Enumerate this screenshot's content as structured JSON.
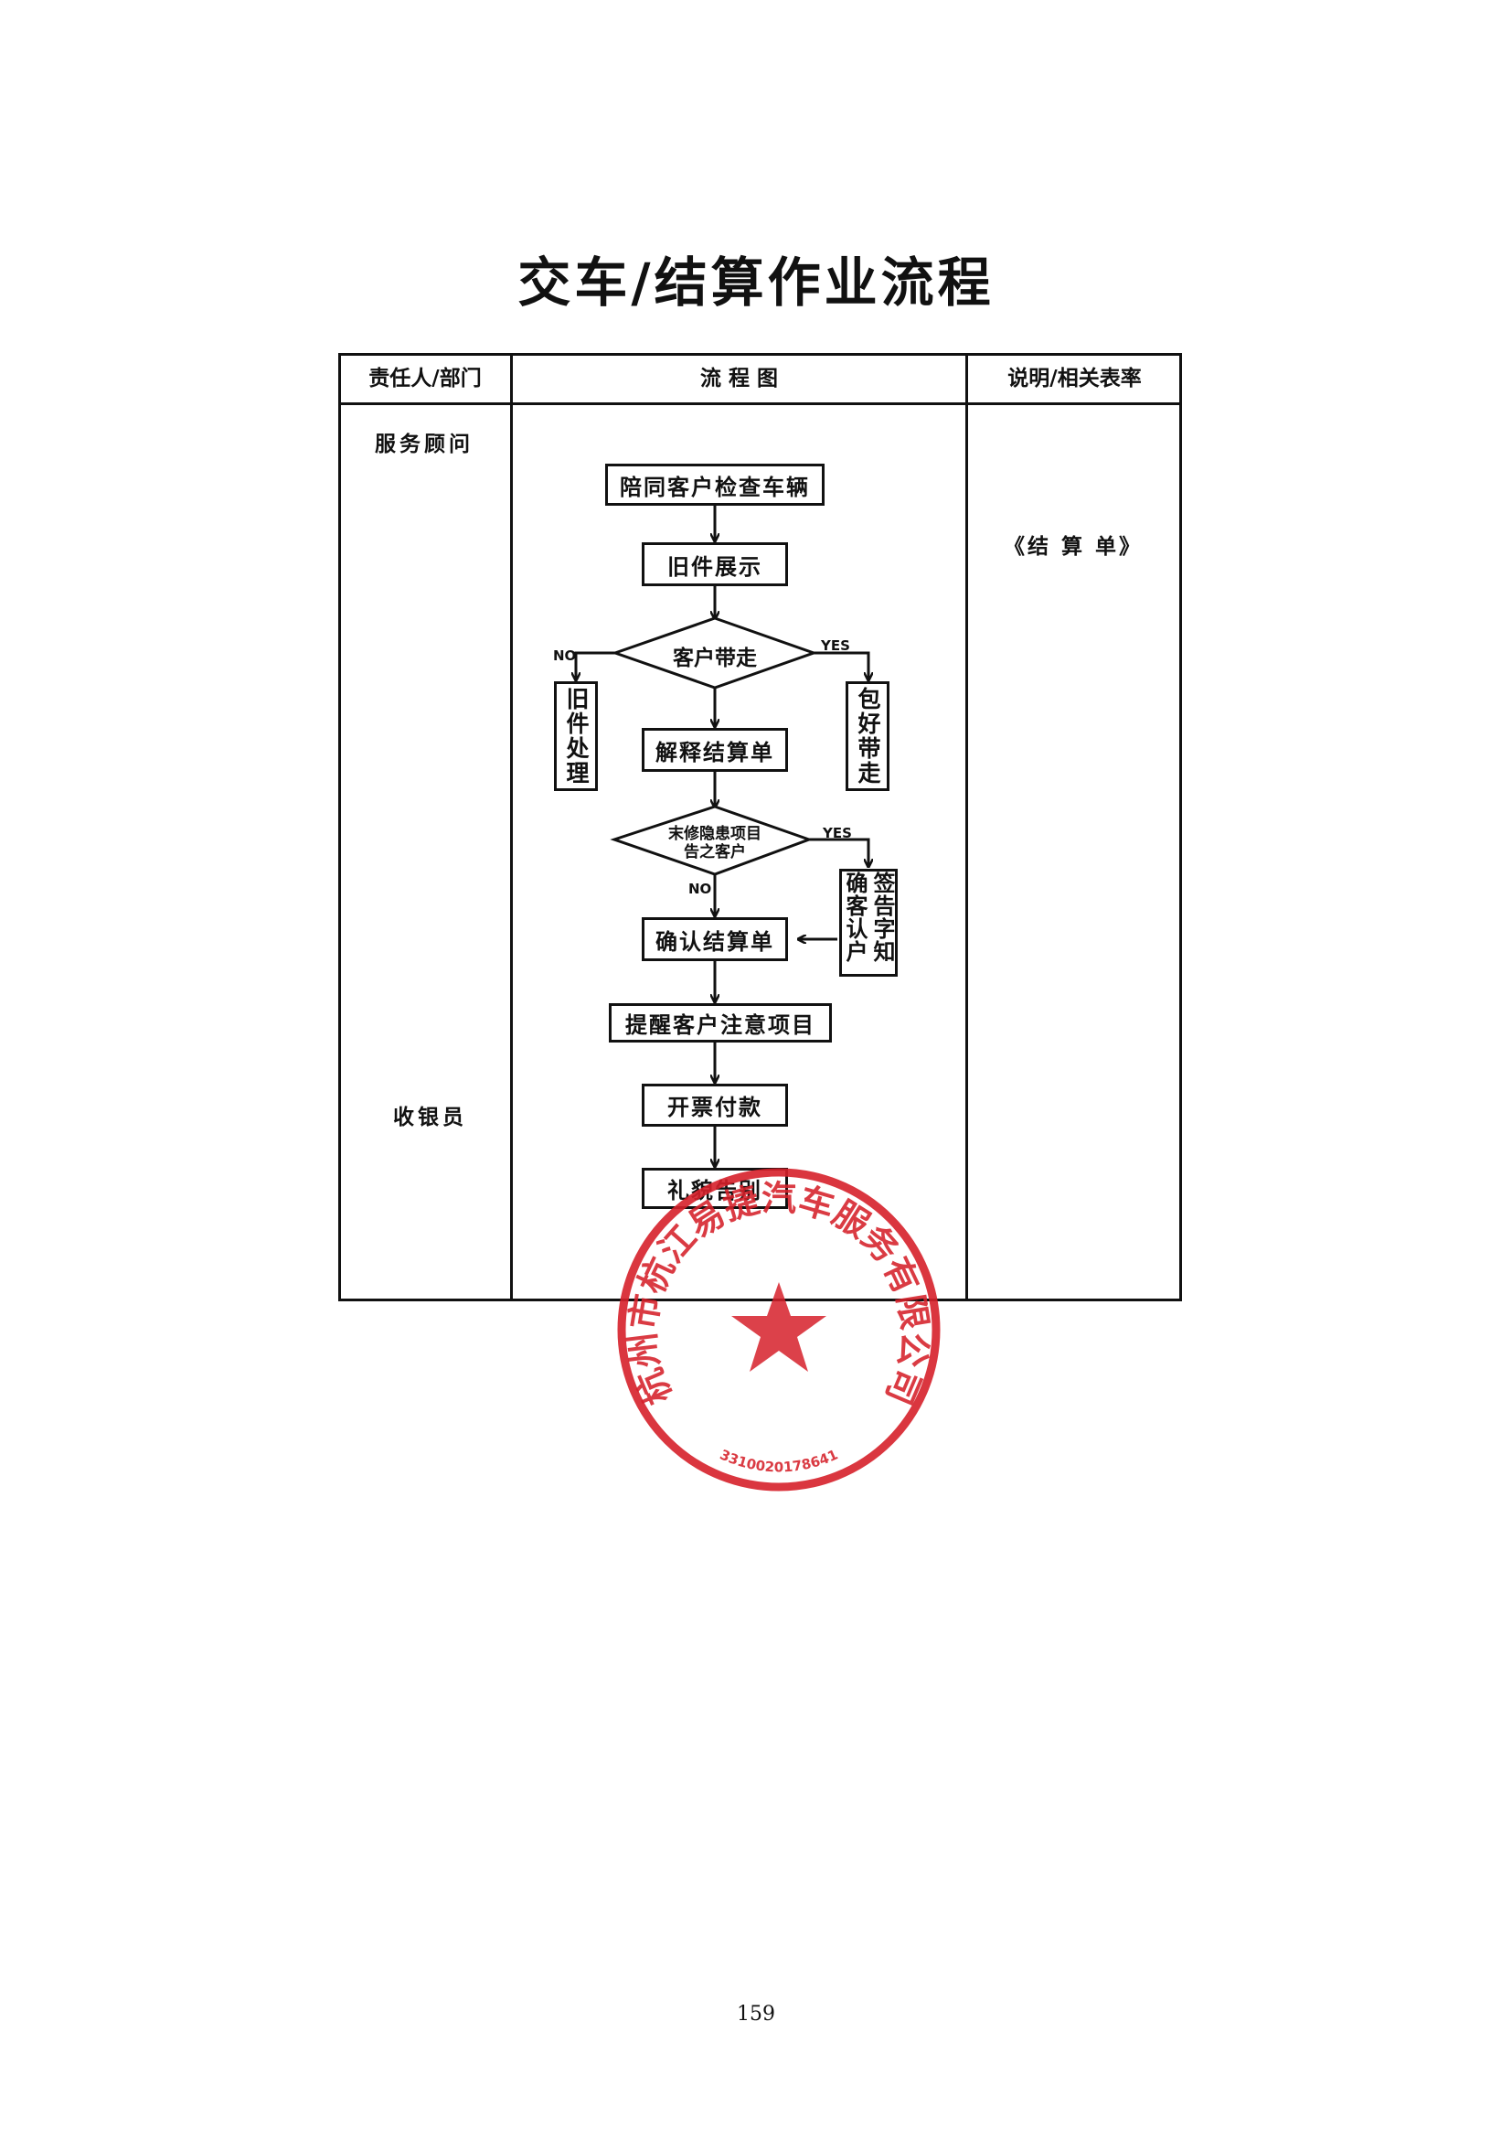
{
  "title": "交车/结算作业流程",
  "table": {
    "headers": [
      "责任人/部门",
      "流 程 图",
      "说明/相关表率"
    ],
    "roles": [
      "服务顾问",
      "收银员"
    ],
    "notes": [
      "《结 算 单》"
    ]
  },
  "flow": {
    "accompany": "陪同客户检查车辆",
    "show_parts": "旧件展示",
    "decision_take": "客户带走",
    "no_branch": "旧件处理",
    "yes_branch": "包好带走",
    "explain": "解释结算单",
    "decision_risk_line1": "末修隐患项目",
    "decision_risk_line2": "告之客户",
    "sign_box": "签告字知确客认户",
    "confirm": "确认结算单",
    "remind": "提醒客户注意项目",
    "invoice": "开票付款",
    "farewell": "礼貌告别",
    "no": "NO",
    "yes": "YES"
  },
  "seal": {
    "text": "杭州市杭江易捷汽车服务有限公司",
    "number": "3310020178641",
    "color": "#d6202a"
  },
  "page_number": "159"
}
